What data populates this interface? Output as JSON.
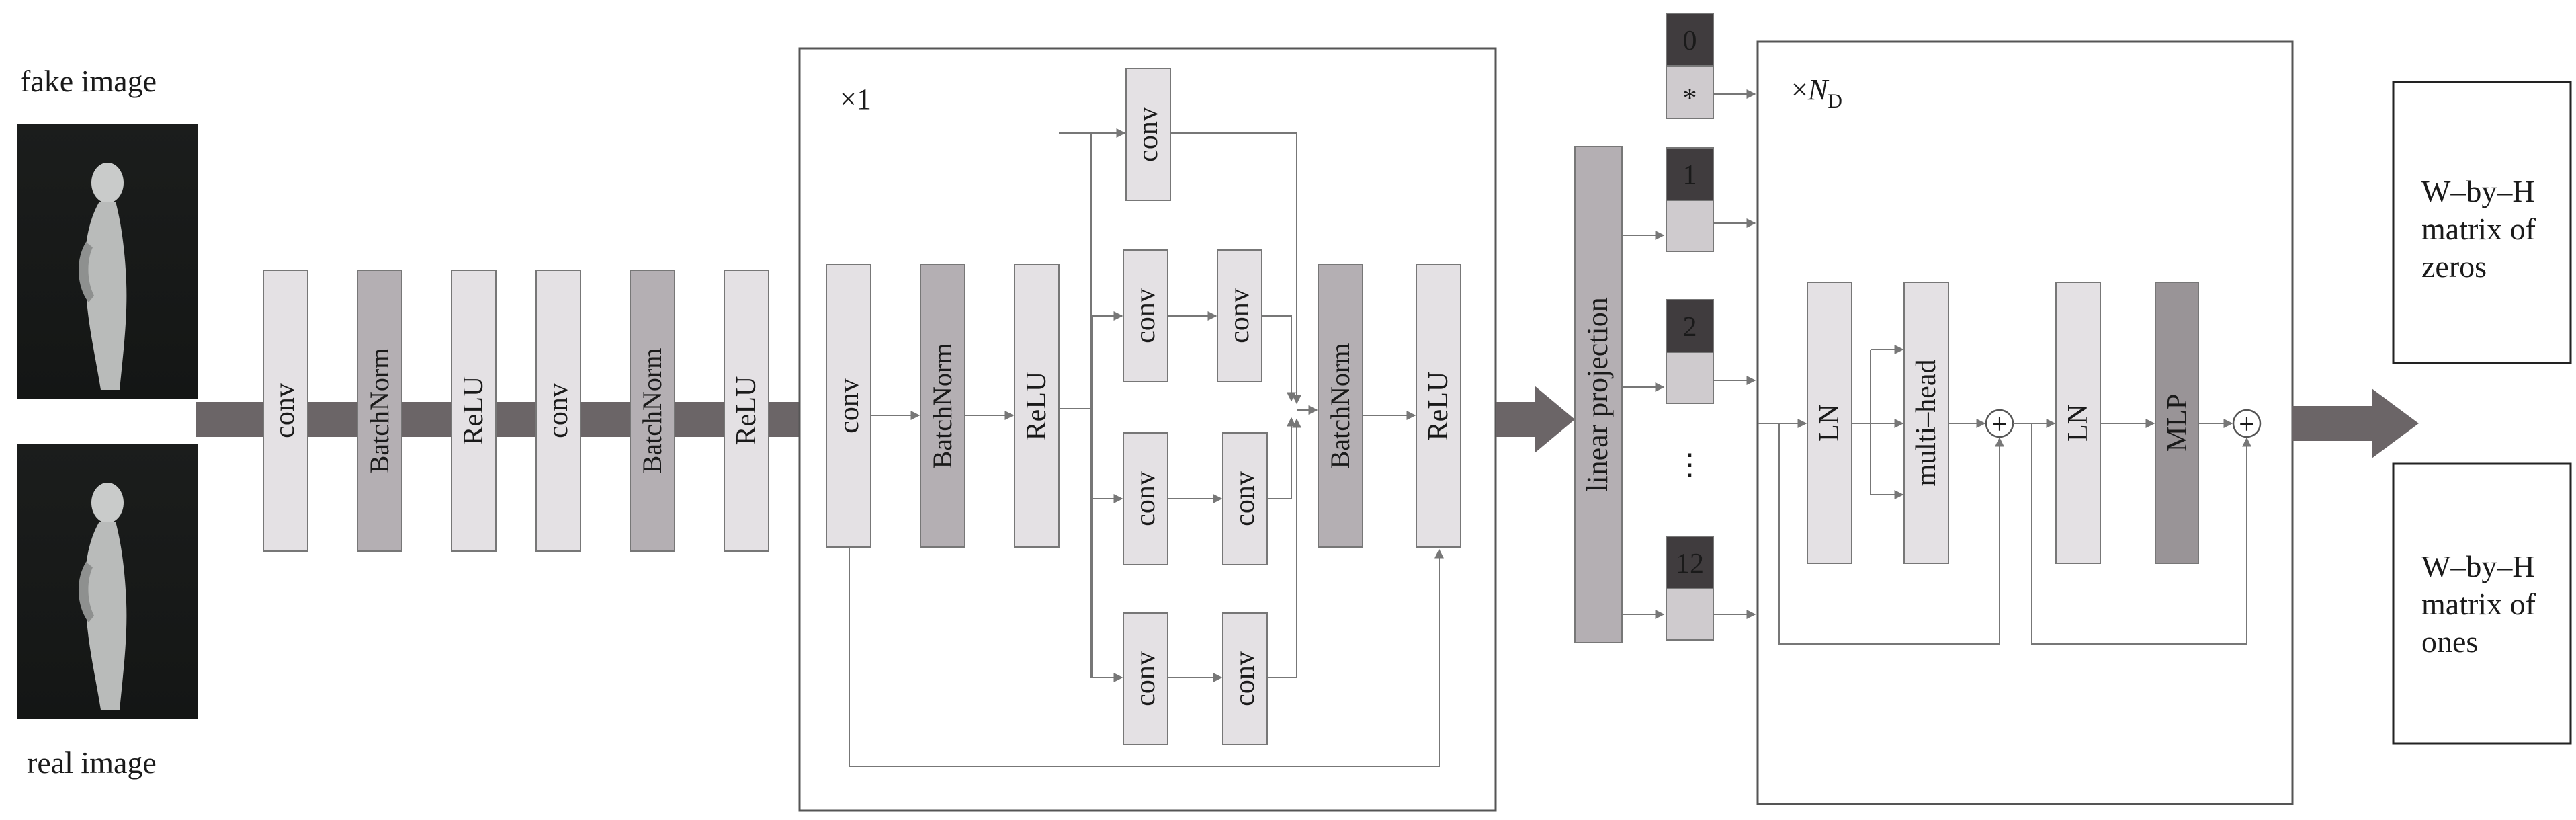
{
  "inputs": {
    "fake_label": "fake image",
    "real_label": "real image"
  },
  "stem": {
    "blocks": [
      "conv",
      "BatchNorm",
      "ReLU",
      "conv",
      "BatchNorm",
      "ReLU"
    ]
  },
  "inception": {
    "repeat_label": "×1",
    "conv_in": "conv",
    "bn_in": "BatchNorm",
    "relu_in": "ReLU",
    "branch_conv": "conv",
    "bn_out": "BatchNorm",
    "relu_out": "ReLU"
  },
  "projection": {
    "label": "linear projection"
  },
  "tokens": {
    "cls_index": "0",
    "cls_symbol": "*",
    "indices": [
      "1",
      "2",
      "12"
    ],
    "ellipsis": "⋮"
  },
  "transformer": {
    "repeat_prefix": "×",
    "repeat_var": "N",
    "repeat_sub": "D",
    "ln1": "LN",
    "attention": "multi–head",
    "ln2": "LN",
    "mlp": "MLP",
    "add_symbol": "+"
  },
  "outputs": {
    "zeros_lines": [
      "W–by–H",
      "matrix of",
      "zeros"
    ],
    "ones_lines": [
      "W–by–H",
      "matrix of",
      "ones"
    ]
  },
  "colors": {
    "light_block": "#e4e1e4",
    "mid_block": "#b4afb3",
    "dark_block": "#999497",
    "arrow_band": "#6b6567",
    "line": "#777777",
    "token_dark": "#403c3e"
  }
}
